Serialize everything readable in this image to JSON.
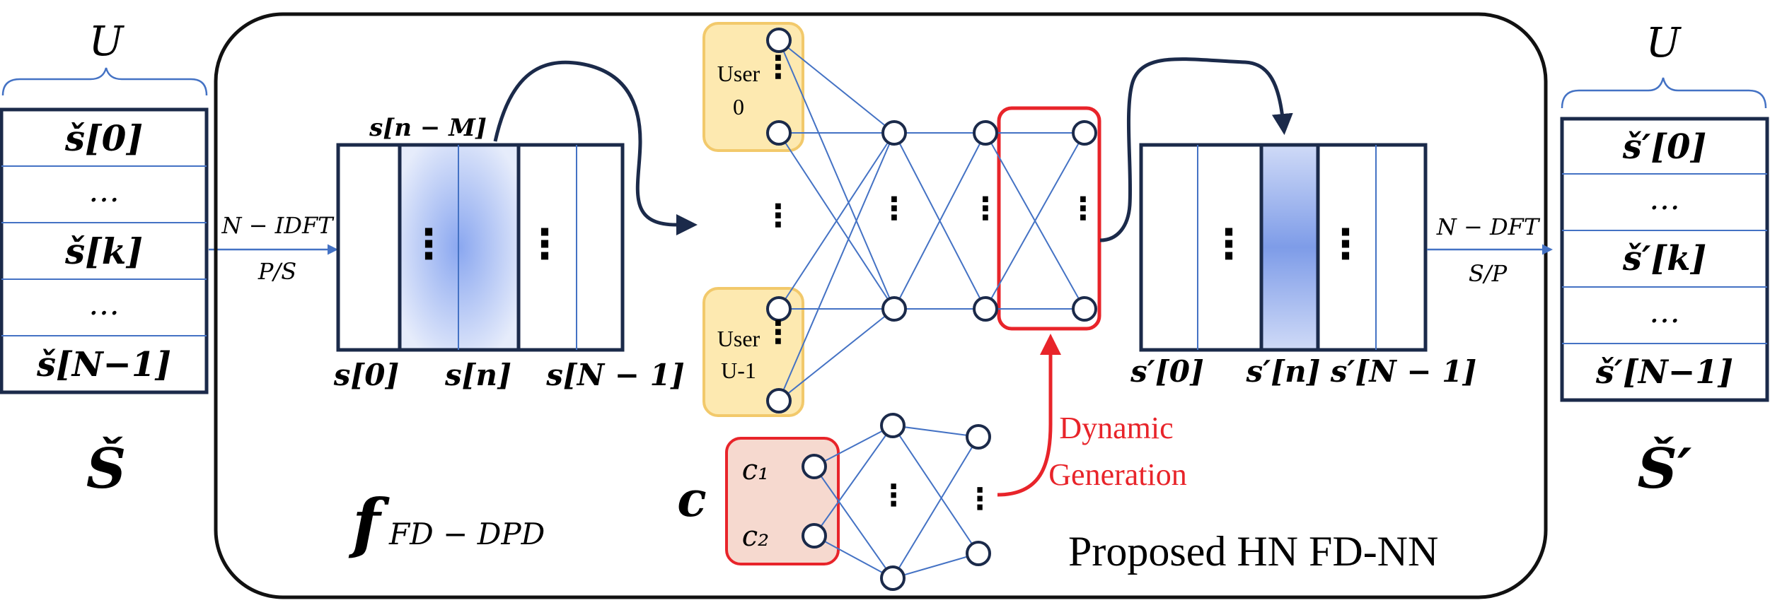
{
  "left_block": {
    "brace_label": "U",
    "rows": [
      "š[0]",
      "…",
      "š[k]",
      "…",
      "š[N−1]"
    ],
    "matrix_label": "Š"
  },
  "left_arrow": {
    "top": "N − IDFT",
    "bottom": "P/S"
  },
  "input_buffer": {
    "top_label": "s[n − M]",
    "dots": [
      "⋮",
      "⋮"
    ],
    "bottom_labels": [
      "s[0]",
      "s[n]",
      "s[N − 1]"
    ]
  },
  "network": {
    "user_top": [
      "User",
      "0"
    ],
    "user_bottom": [
      "User",
      "U-1"
    ],
    "mid_dots": "⋮",
    "layer_dots": [
      "⋮",
      "⋮",
      "⋮",
      "⋮",
      "⋮"
    ]
  },
  "hypernet": {
    "input_label": "c",
    "inputs": [
      "c₁",
      "c₂"
    ],
    "hidden_dots": [
      "⋮",
      "⋮"
    ],
    "generation_label": [
      "Dynamic",
      "Generation"
    ]
  },
  "function_label": "f",
  "function_subscript": "FD − DPD",
  "title": "Proposed HN FD-NN",
  "output_buffer": {
    "dots": [
      "⋮",
      "⋮"
    ],
    "bottom_labels": [
      "s′[0]",
      "s′[n]",
      "s′[N − 1]"
    ]
  },
  "right_arrow": {
    "top": "N − DFT",
    "bottom": "S/P"
  },
  "right_block": {
    "brace_label": "U",
    "rows": [
      "š′[0]",
      "…",
      "š′[k]",
      "…",
      "š′[N−1]"
    ],
    "matrix_label": "Š′"
  },
  "colors": {
    "navy": "#1b2a4a",
    "blue_line": "#4472c4",
    "red": "#e8242a",
    "user_fill": "#fde9b0",
    "user_stroke": "#f2c96b",
    "hn_fill": "#f6d9cf"
  }
}
